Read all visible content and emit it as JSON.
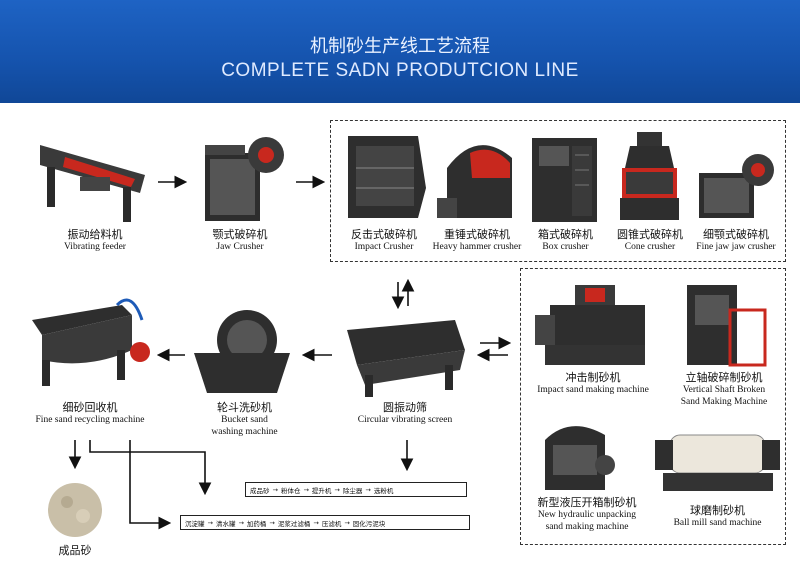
{
  "header": {
    "title_cn": "机制砂生产线工艺流程",
    "title_en": "COMPLETE SADN PRODUTCION LINE"
  },
  "machines": {
    "vibrating_feeder": {
      "cn": "振动给料机",
      "en": "Vibrating feeder"
    },
    "jaw_crusher": {
      "cn": "颚式破碎机",
      "en": "Jaw Crusher"
    },
    "impact_crusher": {
      "cn": "反击式破碎机",
      "en": "Impact Crusher"
    },
    "heavy_hammer": {
      "cn": "重锤式破碎机",
      "en": "Heavy hammer crusher"
    },
    "box_crusher": {
      "cn": "箱式破碎机",
      "en": "Box crusher"
    },
    "cone_crusher": {
      "cn": "圆锥式破碎机",
      "en": "Cone crusher"
    },
    "fine_jaw": {
      "cn": "细颚式破碎机",
      "en": "Fine jaw jaw crusher"
    },
    "fine_sand_recycling": {
      "cn": "细砂回收机",
      "en": "Fine sand recycling machine"
    },
    "bucket_washer": {
      "cn": "轮斗洗砂机",
      "en1": "Bucket sand",
      "en2": "washing machine"
    },
    "circular_screen": {
      "cn": "圆振动筛",
      "en": "Circular vibrating screen"
    },
    "impact_sand": {
      "cn": "冲击制砂机",
      "en": "Impact sand making machine"
    },
    "vertical_shaft": {
      "cn": "立轴破碎制砂机",
      "en1": "Vertical Shaft Broken",
      "en2": "Sand Making Machine"
    },
    "hydraulic_box": {
      "cn": "新型液压开箱制砂机",
      "en1": "New hydraulic unpacking",
      "en2": "sand making machine"
    },
    "ball_mill": {
      "cn": "球磨制砂机",
      "en": "Ball mill sand machine"
    },
    "finished_sand": {
      "cn": "成品砂"
    }
  },
  "flow_top": [
    "成品砂",
    "粉体仓",
    "提升机",
    "除尘器",
    "选粉机"
  ],
  "flow_bottom": [
    "沉淀罐",
    "清水罐",
    "加药桶",
    "泥浆过滤桶",
    "压滤机",
    "固化污泥块"
  ],
  "arrow_symbol": "→",
  "colors": {
    "header": "#1553ad",
    "accent_red": "#c8281e",
    "machine_dark": "#2a2a2a"
  }
}
